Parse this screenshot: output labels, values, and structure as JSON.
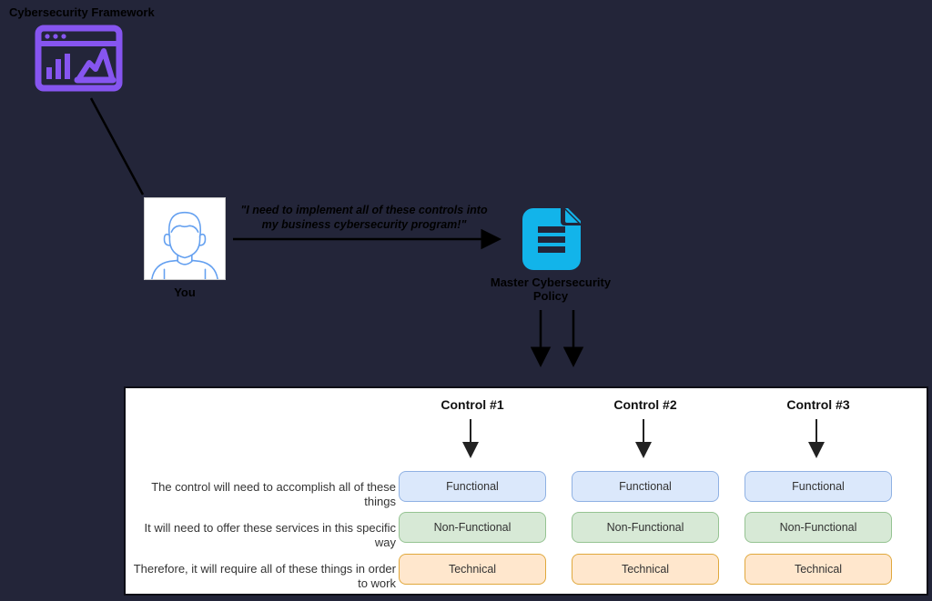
{
  "colors": {
    "background": "#232539",
    "framework_icon": "#8655f0",
    "policy_icon": "#12b4ea",
    "avatar_stroke": "#64a0f0",
    "connector": "#000000",
    "panel_bg": "#ffffff"
  },
  "framework": {
    "label": "Cybersecurity Framework"
  },
  "actor": {
    "label": "You",
    "quote_line1": "\"I need to implement all of these controls into",
    "quote_line2": "my business cybersecurity program!\""
  },
  "policy": {
    "label_line1": "Master Cybersecurity",
    "label_line2": "Policy"
  },
  "panel": {
    "columns": [
      {
        "header": "Control #1"
      },
      {
        "header": "Control #2"
      },
      {
        "header": "Control #3"
      }
    ],
    "rows": [
      {
        "label": "The control will need to accomplish all of these things",
        "box": "Functional",
        "fill": "#dbe8fb",
        "stroke": "#8fb1e3"
      },
      {
        "label": "It will need to offer these services in this specific way",
        "box": "Non-Functional",
        "fill": "#d7e9d6",
        "stroke": "#95c392"
      },
      {
        "label": "Therefore, it will require all of these things in order to work",
        "box": "Technical",
        "fill": "#ffe7cd",
        "stroke": "#e0a83c"
      }
    ]
  }
}
